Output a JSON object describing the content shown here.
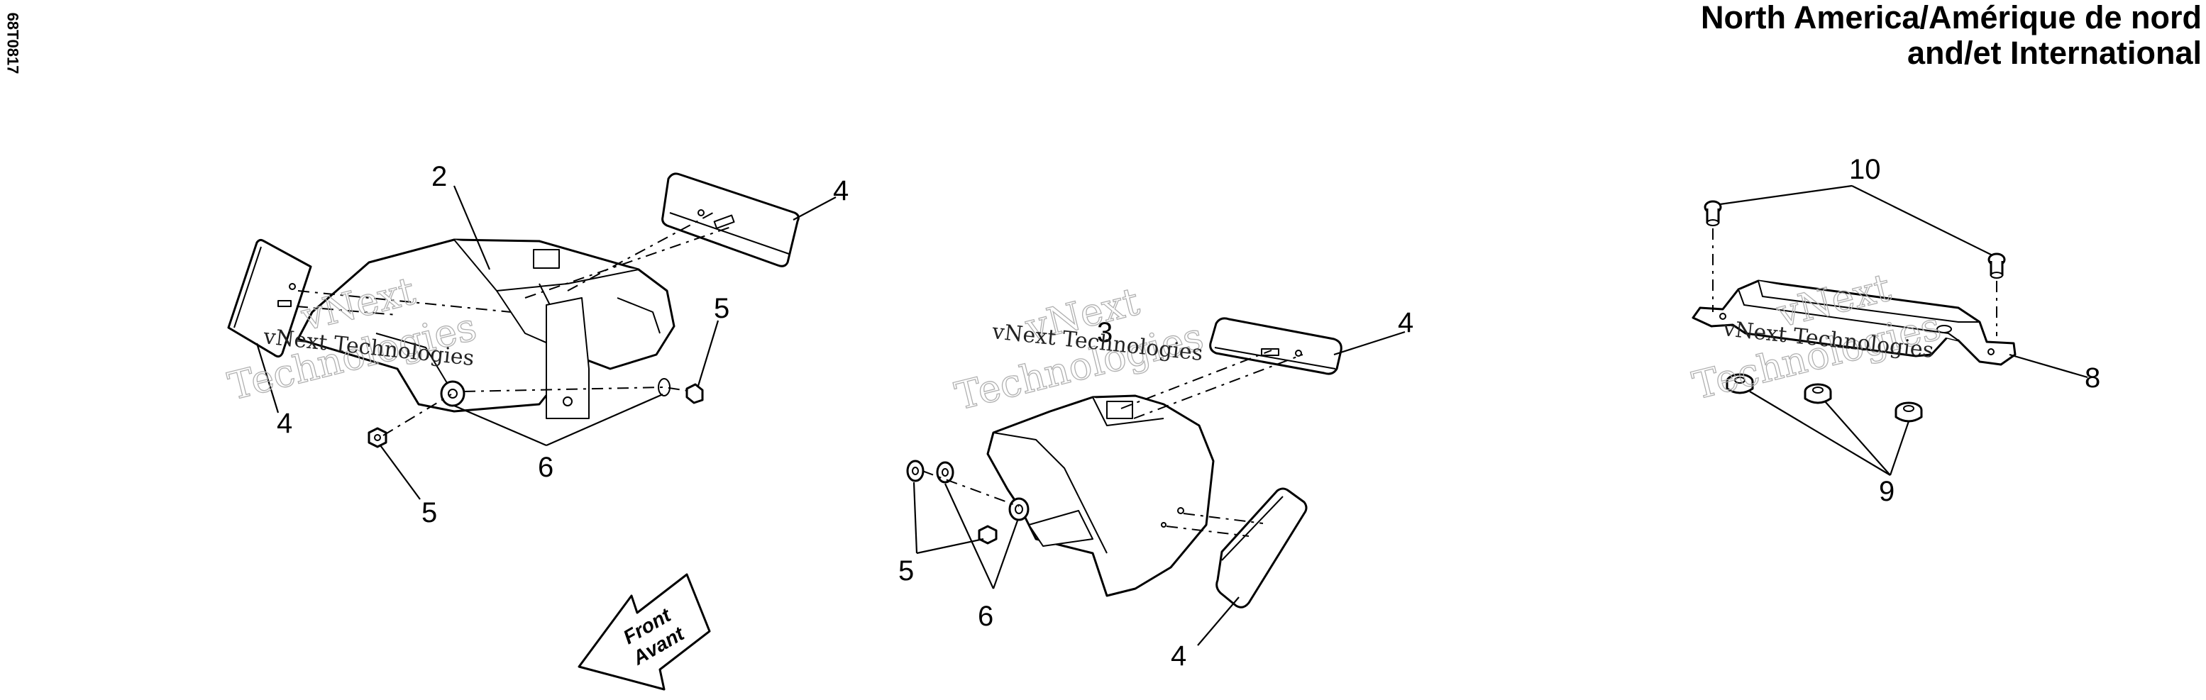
{
  "document": {
    "reference_code": "68T0817",
    "title_line_1": "North America/Amérique de nord",
    "title_line_2": "and/et International"
  },
  "watermark": {
    "line_1": "vNext",
    "line_2": "Technologies",
    "small": "vNext Technologies"
  },
  "front_arrow": {
    "label_1": "Front",
    "label_2": "Avant"
  },
  "callouts": {
    "left": {
      "c2": "2",
      "c4a": "4",
      "c4b": "4",
      "c5a": "5",
      "c5b": "5",
      "c6": "6"
    },
    "middle": {
      "c3": "3",
      "c4a": "4",
      "c4b": "4",
      "c5": "5",
      "c6": "6"
    },
    "right": {
      "c10": "10",
      "c8": "8",
      "c9": "9"
    }
  }
}
